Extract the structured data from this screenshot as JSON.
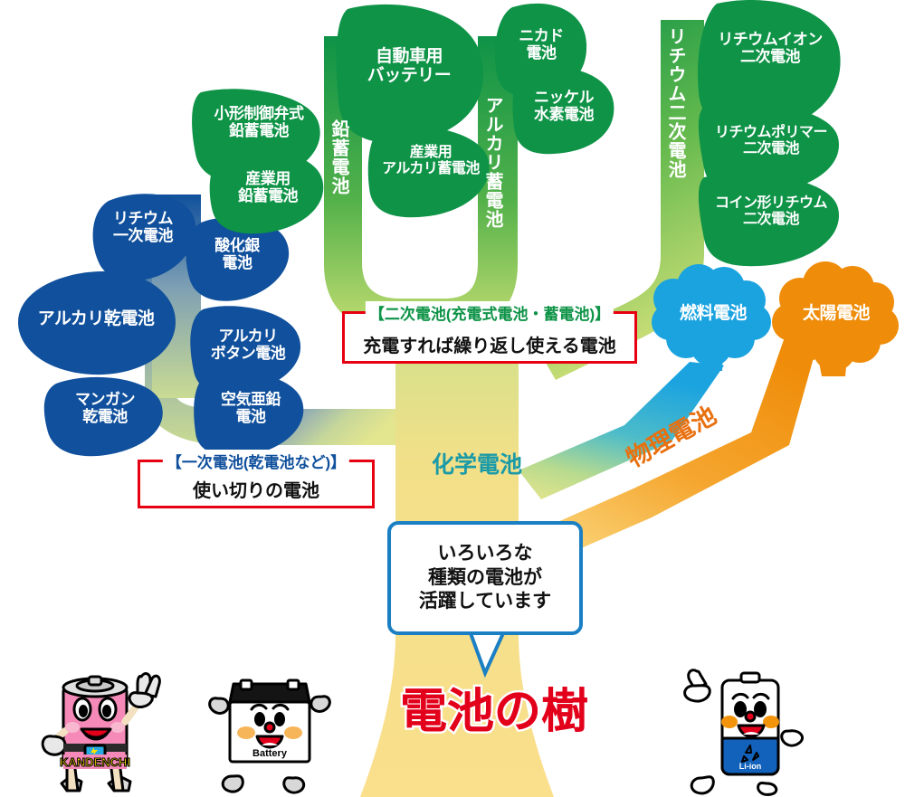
{
  "diagram": {
    "title": "電池の樹",
    "trunk_label": "化学電池",
    "physical_label": "物理電池",
    "speech_bubble": "いろいろな\n種類の電池が\n活躍しています"
  },
  "callouts": [
    {
      "id": "secondary",
      "title": "【二次電池(充電式電池・蓄電池)】",
      "subtitle": "充電すれば繰り返し使える電池",
      "border_color": "#e60012",
      "title_color": "#0e9347"
    },
    {
      "id": "primary",
      "title": "【一次電池(乾電池など)】",
      "subtitle": "使い切りの電池",
      "border_color": "#e60012",
      "title_color": "#10509c"
    }
  ],
  "branches": {
    "primary_color": "#10509c",
    "secondary_color": "#0e9347",
    "fuel_color": "#1ba3e0",
    "solar_color": "#ef8c09",
    "trunk_color": "#fadf8c"
  },
  "branch_labels": [
    {
      "text": "鉛蓄電池",
      "group": "secondary"
    },
    {
      "text": "アルカリ蓄電池",
      "group": "secondary"
    },
    {
      "text": "リチウム二次電池",
      "group": "secondary"
    }
  ],
  "primary_leaves": [
    {
      "text": "リチウム\n一次電池"
    },
    {
      "text": "酸化銀\n電池"
    },
    {
      "text": "アルカリ乾電池"
    },
    {
      "text": "アルカリ\nボタン電池"
    },
    {
      "text": "空気亜鉛\n電池"
    },
    {
      "text": "マンガン\n乾電池"
    }
  ],
  "secondary_leaves": [
    {
      "text": "小形制御弁式\n鉛蓄電池"
    },
    {
      "text": "産業用\n鉛蓄電池"
    },
    {
      "text": "自動車用\nバッテリー"
    },
    {
      "text": "産業用\nアルカリ蓄電池"
    },
    {
      "text": "ニカド\n電池"
    },
    {
      "text": "ニッケル\n水素電池"
    },
    {
      "text": "リチウムイオン\n二次電池"
    },
    {
      "text": "リチウムポリマー\n二次電池"
    },
    {
      "text": "コイン形リチウム\n二次電池"
    }
  ],
  "physical_blobs": [
    {
      "text": "燃料電池",
      "color": "#1ba3e0"
    },
    {
      "text": "太陽電池",
      "color": "#ef8c09"
    }
  ],
  "mascots": [
    {
      "id": "kandenchi",
      "label": "KANDENCHI"
    },
    {
      "id": "car-battery",
      "label": "Battery"
    },
    {
      "id": "li-ion",
      "label": "Li-ion"
    }
  ]
}
